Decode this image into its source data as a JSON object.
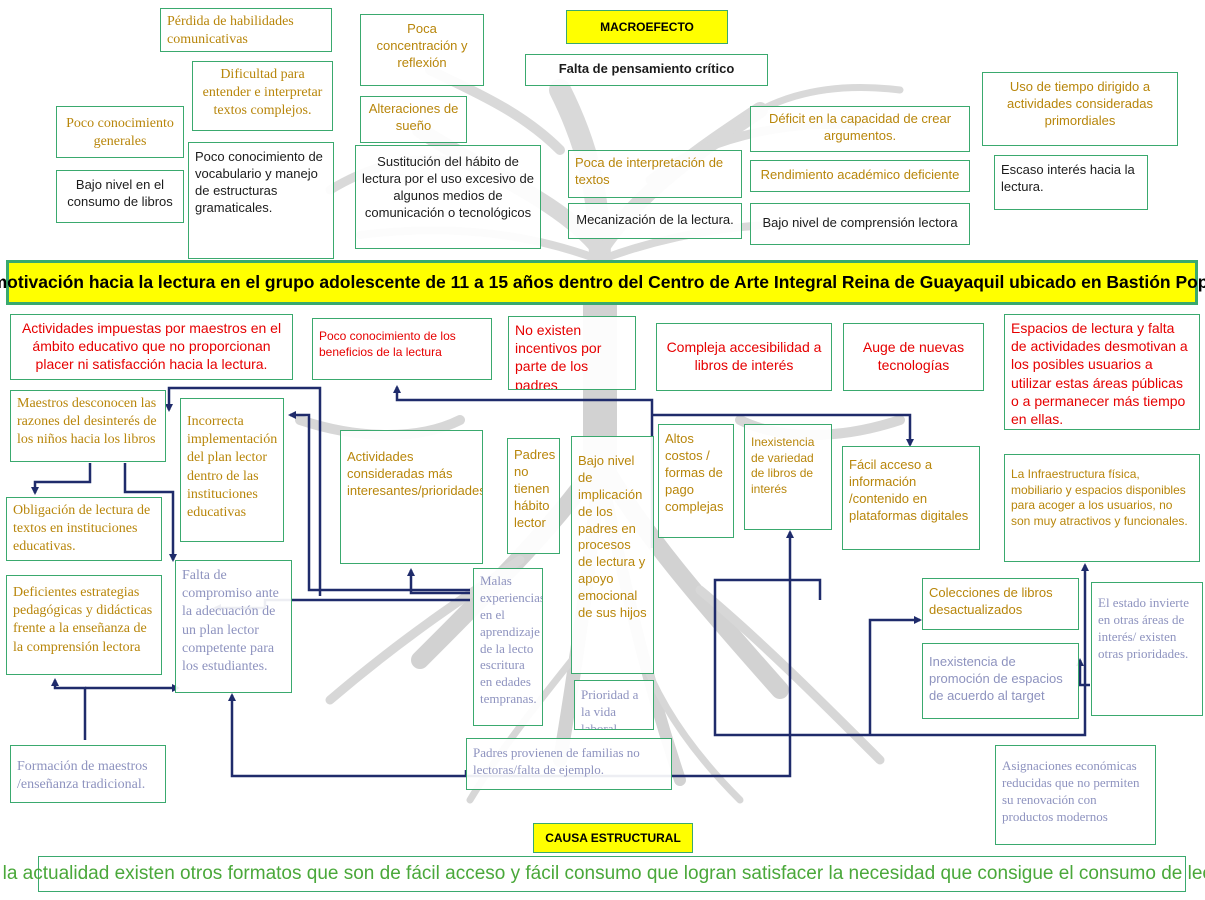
{
  "top_labels": {
    "macroefecto": "MACROEFECTO",
    "macro_effect_text": "Falta de pensamiento crítico",
    "causa_estructural": "CAUSA ESTRUCTURAL"
  },
  "central_problem": "Desmotivación hacia la lectura en el grupo adolescente de 11 a 15 años dentro del Centro de Arte Integral Reina de Guayaquil ubicado en Bastión Popular.",
  "bottom_statement": "En la actualidad existen otros formatos que son de fácil acceso y fácil consumo que logran satisfacer la necesidad que consigue el consumo de lectura.",
  "effects": {
    "perdida_habilidades": "Pérdida de habilidades comunicativas",
    "poca_concentracion": "Poca concentración y reflexión",
    "dificultad_entender": "Dificultad para entender e interpretar textos complejos.",
    "poco_conocimiento_generales": "Poco conocimiento generales",
    "bajo_nivel_consumo": "Bajo nivel en el consumo de libros",
    "poco_vocabulario": "Poco conocimiento de vocabulario y manejo de estructuras gramaticales.",
    "alteraciones_sueno": "Alteraciones de sueño",
    "sustitucion_habito": "Sustitución del hábito de lectura por el uso excesivo de algunos medios de comunicación o tecnológicos",
    "poca_interpretacion": "Poca de interpretación de textos",
    "mecanizacion": "Mecanización de la lectura.",
    "deficit_argumentos": "Déficit en la capacidad de crear argumentos.",
    "rendimiento": "Rendimiento académico deficiente",
    "bajo_comprension": "Bajo nivel de comprensión lectora",
    "uso_tiempo": "Uso de tiempo dirigido a actividades consideradas primordiales",
    "escaso_interes": "Escaso interés hacia la lectura."
  },
  "causes": {
    "actividades_impuestas": "Actividades impuestas por maestros en el ámbito educativo que no proporcionan placer ni satisfacción hacia la lectura.",
    "poco_conocimiento_beneficios": "Poco conocimiento de los beneficios de la lectura",
    "no_incentivos": "No existen incentivos por parte de los padres",
    "compleja_accesibilidad": "Compleja accesibilidad a libros de interés",
    "auge_tecnologias": "Auge de nuevas tecnologías",
    "espacios_lectura": "Espacios de lectura y falta de actividades desmotivan a los posibles usuarios a utilizar estas áreas públicas o a permanecer más tiempo en ellas."
  },
  "subcauses": {
    "maestros_desconocen": "Maestros desconocen las razones del desinterés de los niños hacia los libros",
    "incorrecta_implementacion": "Incorrecta implementación del plan lector dentro de las instituciones educativas",
    "obligacion_lectura": "Obligación de lectura de textos en instituciones educativas.",
    "deficientes_estrategias": "Deficientes estrategias pedagógicas y didácticas frente a la enseñanza de la comprensión lectora",
    "falta_compromiso": "Falta de compromiso ante la adecuación de un plan lector competente para los estudiantes.",
    "formacion_maestros": "Formación de maestros /enseñanza tradicional.",
    "actividades_interesantes": "Actividades consideradas más interesantes/prioridades",
    "padres_no_habito": "Padres no tienen hábito lector",
    "bajo_implicacion": "Bajo nivel de implicación de los padres en procesos de lectura y apoyo emocional de sus hijos",
    "altos_costos": "Altos costos / formas de pago complejas",
    "inexistencia_variedad": "Inexistencia de variedad de libros de interés",
    "facil_acceso": "Fácil acceso a información /contenido en plataformas digitales",
    "infraestructura": "La Infraestructura física, mobiliario y espacios disponibles para acoger a los usuarios, no son muy atractivos y funcionales.",
    "malas_experiencias": "Malas experiencias en el aprendizaje de la lecto escritura en edades tempranas.",
    "prioridad_laboral": "Prioridad a la vida laboral",
    "padres_familias": "Padres provienen de familias no lectoras/falta de ejemplo.",
    "colecciones": "Colecciones de libros desactualizados",
    "inexistencia_promocion": "Inexistencia de promoción de espacios de acuerdo al target",
    "estado_invierte": "El estado invierte en otras áreas de interés/ existen otras prioridades.",
    "asignaciones": "Asignaciones económicas reducidas que no permiten su renovación con productos modernos"
  }
}
